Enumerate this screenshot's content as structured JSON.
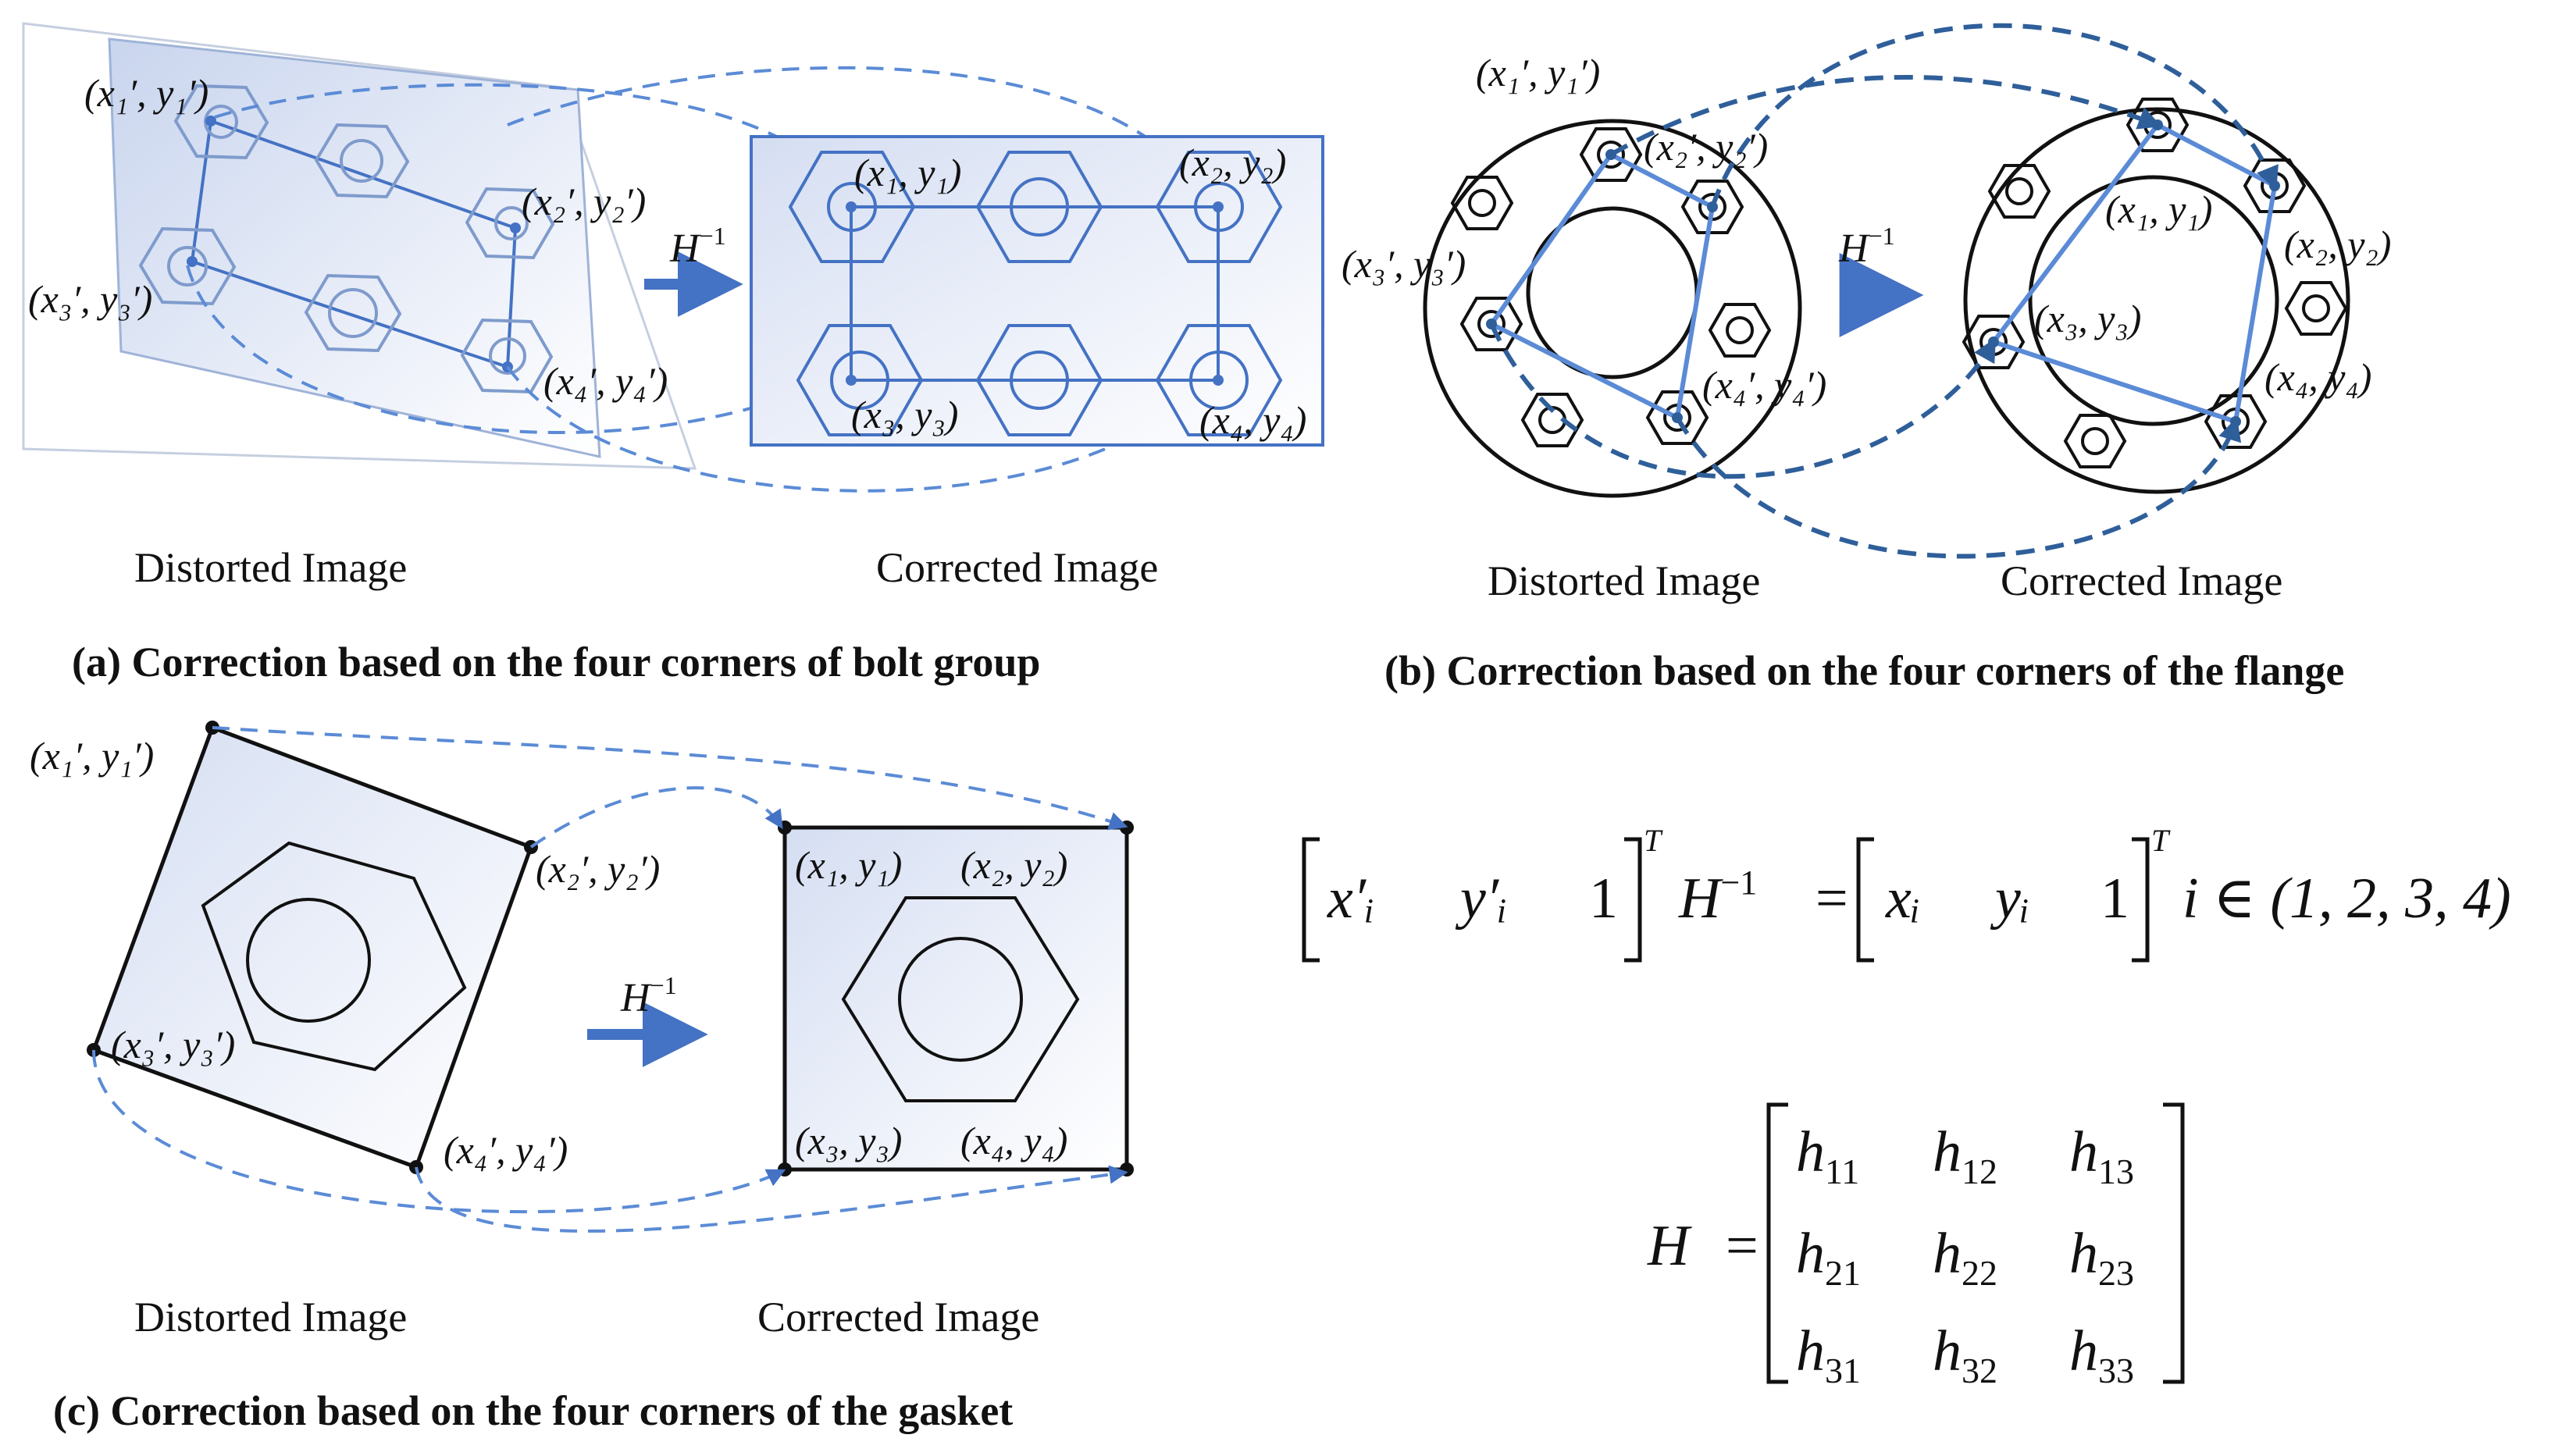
{
  "colors": {
    "accent": "#4472c4",
    "dash": "#5b8bd6",
    "dash_dark": "#2f5f9a",
    "fill_light": "#dfe6f5",
    "stroke": "#111111"
  },
  "panel_a": {
    "distorted_label": "Distorted Image",
    "corrected_label": "Corrected Image",
    "caption": "(a) Correction based on the four corners of bolt group",
    "transform": "H",
    "transform_sup": "−1",
    "distorted_points": [
      "(x₁′, y₁′)",
      "(x₂′, y₂′)",
      "(x₃′, y₃′)",
      "(x₄′, y₄′)"
    ],
    "corrected_points": [
      "(x₁, y₁)",
      "(x₂, y₂)",
      "(x₃, y₃)",
      "(x₄, y₄)"
    ]
  },
  "panel_b": {
    "distorted_label": "Distorted Image",
    "corrected_label": "Corrected Image",
    "caption": "(b) Correction based on the four corners of the flange",
    "transform": "H",
    "transform_sup": "−1",
    "distorted_points": [
      "(x₁′, y₁′)",
      "(x₂′, y₂′)",
      "(x₃′, y₃′)",
      "(x₄′, y₄′)"
    ],
    "corrected_points": [
      "(x₁, y₁)",
      "(x₂, y₂)",
      "(x₃, y₃)",
      "(x₄, y₄)"
    ]
  },
  "panel_c": {
    "distorted_label": "Distorted Image",
    "corrected_label": "Corrected Image",
    "caption": "(c) Correction based on the four corners of the gasket",
    "transform": "H",
    "transform_sup": "−1",
    "distorted_points": [
      "(x₁′, y₁′)",
      "(x₂′, y₂′)",
      "(x₃′, y₃′)",
      "(x₄′, y₄′)"
    ],
    "corrected_points": [
      "(x₁, y₁)",
      "(x₂, y₂)",
      "(x₃, y₃)",
      "(x₄, y₄)"
    ]
  },
  "equation1": {
    "lhs_row": [
      "x′ᵢ",
      "y′ᵢ",
      "1"
    ],
    "lhs_sup": "T",
    "op": "H",
    "op_sup": "−1",
    "equals": "=",
    "rhs_row": [
      "xᵢ",
      "yᵢ",
      "1"
    ],
    "rhs_sup": "T",
    "domain": "i ∈ (1, 2, 3, 4)"
  },
  "equation2": {
    "lhs": "H",
    "equals": "=",
    "matrix": [
      [
        "h11",
        "h12",
        "h13"
      ],
      [
        "h21",
        "h22",
        "h23"
      ],
      [
        "h31",
        "h32",
        "h33"
      ]
    ]
  }
}
